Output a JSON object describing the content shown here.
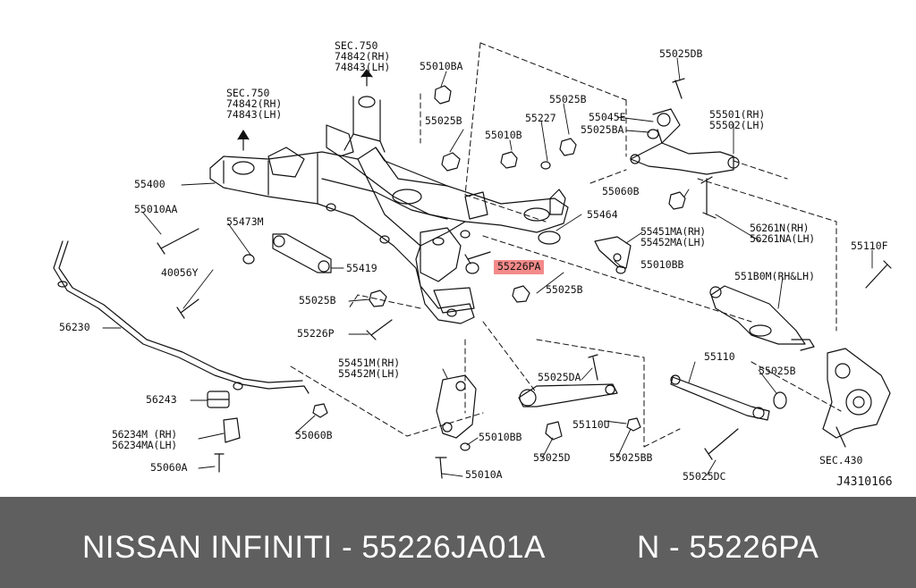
{
  "diagram": {
    "labels": {
      "sec750_top": "SEC.750",
      "p74842_top": "74842(RH)",
      "p74843_top": "74843(LH)",
      "sec750_left": "SEC.750",
      "p74842_left": "74842(RH)",
      "p74843_left": "74843(LH)",
      "p55010BA": "55010BA",
      "p55025B_1": "55025B",
      "p55010B": "55010B",
      "p55227": "55227",
      "p55025B_2": "55025B",
      "p55045E": "55045E",
      "p55025BA": "55025BA",
      "p55025DB": "55025DB",
      "p55501": "55501(RH)",
      "p55502": "55502(LH)",
      "p55400": "55400",
      "p55010AA": "55010AA",
      "p55473M": "55473M",
      "p55060B": "55060B",
      "p55464": "55464",
      "p55451MA": "55451MA(RH)",
      "p55452MA": "55452MA(LH)",
      "p55010BB_1": "55010BB",
      "p55226PA": "55226PA",
      "p55419": "55419",
      "p40056Y": "40056Y",
      "p55025B_3": "55025B",
      "p55025B_4": "55025B",
      "p56261N": "56261N(RH)",
      "p56261NA": "56261NA(LH)",
      "p55110F": "55110F",
      "p551B0M": "551B0M(RH&LH)",
      "p56230": "56230",
      "p55226P": "55226P",
      "p55451M": "55451M(RH)",
      "p55452M": "55452M(LH)",
      "p55025DA": "55025DA",
      "p55110": "55110",
      "p55025B_5": "55025B",
      "p56243": "56243",
      "p55060B_2": "55060B",
      "p56234M": "56234M (RH)",
      "p56234MA": "56234MA(LH)",
      "p55110U": "55110U",
      "p55010BB_2": "55010BB",
      "p55060A": "55060A",
      "p55010A": "55010A",
      "p55025D": "55025D",
      "p55025BB": "55025BB",
      "p55025DC": "55025DC",
      "sec430": "SEC.430"
    },
    "diagram_code": "J4310166"
  },
  "banner": {
    "left_text": "NISSAN  INFINITI - 55226JA01A",
    "right_text": "N - 55226PA",
    "background": "#5f5f5f",
    "text_color": "#ffffff"
  },
  "highlight_color": "#f48a8a"
}
